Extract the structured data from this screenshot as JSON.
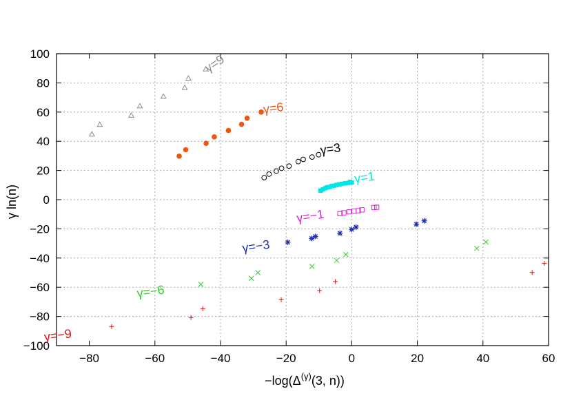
{
  "chart_data": {
    "type": "scatter",
    "title": "",
    "xlabel": "−log(Δ(γ)(3, n))",
    "xlabel_parts": {
      "prefix": "−log(Δ",
      "sup": "(γ)",
      "suffix": "(3, n))"
    },
    "ylabel": "γ ln(n)",
    "xlim": [
      -90,
      60
    ],
    "ylim": [
      -100,
      100
    ],
    "xticks": [
      -80,
      -60,
      -40,
      -20,
      0,
      20,
      40,
      60
    ],
    "yticks": [
      -100,
      -80,
      -60,
      -40,
      -20,
      0,
      20,
      40,
      60,
      80,
      100
    ],
    "xtick_labels": [
      "−80",
      "−60",
      "−40",
      "−20",
      "0",
      "20",
      "40",
      "60"
    ],
    "ytick_labels": [
      "−100",
      "−80",
      "−60",
      "−40",
      "−20",
      "0",
      "20",
      "40",
      "60",
      "80",
      "100"
    ],
    "grid": true,
    "series": [
      {
        "name": "γ=9",
        "marker": "triangle",
        "color": "#8c8c8c",
        "points": [
          [
            -79.2,
            44.7
          ],
          [
            -76.8,
            51.3
          ],
          [
            -67.2,
            57.6
          ],
          [
            -64.6,
            64.0
          ],
          [
            -57.4,
            70.6
          ],
          [
            -50.9,
            76.6
          ],
          [
            -49.8,
            83.0
          ],
          [
            -44.5,
            89.3
          ]
        ]
      },
      {
        "name": "γ=6",
        "marker": "filled-circle",
        "color": "#ee5511",
        "points": [
          [
            -52.6,
            29.8
          ],
          [
            -50.6,
            34.2
          ],
          [
            -44.4,
            38.6
          ],
          [
            -41.9,
            43.0
          ],
          [
            -37.6,
            47.4
          ],
          [
            -33.6,
            51.6
          ],
          [
            -31.9,
            55.8
          ],
          [
            -27.6,
            60.0
          ]
        ]
      },
      {
        "name": "γ=3",
        "marker": "open-circle",
        "color": "#000000",
        "points": [
          [
            -26.7,
            15.1
          ],
          [
            -25.2,
            17.5
          ],
          [
            -23.0,
            19.6
          ],
          [
            -21.4,
            21.5
          ],
          [
            -19.1,
            23.0
          ],
          [
            -16.3,
            26.1
          ],
          [
            -14.8,
            27.6
          ],
          [
            -12.1,
            29.2
          ],
          [
            -10.1,
            30.8
          ]
        ]
      },
      {
        "name": "γ=1",
        "marker": "filled-square",
        "color": "#00e5e5",
        "points": [
          [
            -9.5,
            6.2
          ],
          [
            -8.8,
            7.0
          ],
          [
            -8.1,
            7.8
          ],
          [
            -7.5,
            8.4
          ],
          [
            -6.8,
            8.7
          ],
          [
            -6.1,
            9.3
          ],
          [
            -5.4,
            9.6
          ],
          [
            -4.6,
            10.1
          ],
          [
            -3.8,
            10.5
          ],
          [
            -3.0,
            10.8
          ],
          [
            -2.0,
            11.2
          ],
          [
            -1.0,
            11.5
          ],
          [
            0.0,
            11.8
          ],
          [
            -0.5,
            12.1
          ]
        ]
      },
      {
        "name": "γ=−1",
        "marker": "open-square",
        "color": "#dd22dd",
        "points": [
          [
            -3.6,
            -9.6
          ],
          [
            -2.4,
            -9.0
          ],
          [
            -0.8,
            -8.3
          ],
          [
            0.7,
            -7.9
          ],
          [
            2.0,
            -7.6
          ],
          [
            3.1,
            -7.0
          ],
          [
            6.8,
            -5.4
          ],
          [
            7.6,
            -5.2
          ]
        ]
      },
      {
        "name": "γ=−3",
        "marker": "star",
        "color": "#1e30b0",
        "points": [
          [
            -19.5,
            -29.2
          ],
          [
            -12.2,
            -26.6
          ],
          [
            -11.1,
            -25.2
          ],
          [
            -3.6,
            -23.0
          ],
          [
            0.0,
            -20.4
          ],
          [
            1.3,
            -18.8
          ],
          [
            19.7,
            -16.8
          ],
          [
            22.1,
            -14.5
          ]
        ]
      },
      {
        "name": "γ=−6",
        "marker": "cross",
        "color": "#33cc33",
        "points": [
          [
            -46.0,
            -58.0
          ],
          [
            -30.6,
            -53.9
          ],
          [
            -28.6,
            -50.0
          ],
          [
            -12.1,
            -45.7
          ],
          [
            -4.6,
            -41.6
          ],
          [
            -1.8,
            -37.6
          ],
          [
            38.1,
            -33.4
          ],
          [
            40.9,
            -29.0
          ]
        ]
      },
      {
        "name": "γ=−9",
        "marker": "plus",
        "color": "#dd1111",
        "points": [
          [
            -73.2,
            -86.9
          ],
          [
            -49.0,
            -80.8
          ],
          [
            -45.4,
            -74.7
          ],
          [
            -21.5,
            -68.5
          ],
          [
            -9.8,
            -62.3
          ],
          [
            -5.0,
            -56.1
          ],
          [
            55.0,
            -49.9
          ],
          [
            58.7,
            -43.7
          ]
        ]
      }
    ],
    "annotations": [
      {
        "text": "γ=9",
        "color": "#8c8c8c",
        "x": -43.7,
        "y": 87,
        "rotate": -34
      },
      {
        "text": "γ=6",
        "color": "#ee5511",
        "x": -26.8,
        "y": 59,
        "rotate": -8
      },
      {
        "text": "γ=3",
        "color": "#000000",
        "x": -9.4,
        "y": 31,
        "rotate": -8
      },
      {
        "text": "γ=1",
        "color": "#00e5e5",
        "x": 1.0,
        "y": 11.5,
        "rotate": -8
      },
      {
        "text": "γ=−1",
        "color": "#dd22dd",
        "x": -16.6,
        "y": -15.5,
        "rotate": -9
      },
      {
        "text": "γ=−3",
        "color": "#1e30b0",
        "x": -33.2,
        "y": -36,
        "rotate": -8
      },
      {
        "text": "γ=−6",
        "color": "#33cc33",
        "x": -65.3,
        "y": -67,
        "rotate": -8
      },
      {
        "text": "γ=−9",
        "color": "#dd1111",
        "x": -93.6,
        "y": -97,
        "rotate": -8
      }
    ]
  }
}
